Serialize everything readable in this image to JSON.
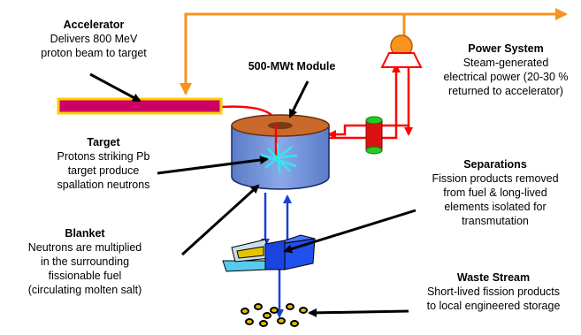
{
  "accelerator": {
    "title": "Accelerator",
    "desc": "Delivers 800 MeV\nproton beam to target"
  },
  "module": {
    "title": "500-MWt Module"
  },
  "power_system": {
    "title": "Power System",
    "desc": "Steam-generated\nelectrical power (20-30 %\nreturned to accelerator)"
  },
  "target": {
    "title": "Target",
    "desc": "Protons striking Pb\ntarget produce\nspallation neutrons"
  },
  "separations": {
    "title": "Separations",
    "desc": "Fission products removed\nfrom fuel & long-lived\nelements isolated for\ntransmutation"
  },
  "blanket": {
    "title": "Blanket",
    "desc": "Neutrons are multiplied\nin the surrounding\nfissionable fuel\n(circulating molten salt)"
  },
  "waste_stream": {
    "title": "Waste Stream",
    "desc": "Short-lived fission products\nto local engineered storage"
  },
  "colors": {
    "power_line": "#f7931e",
    "loop": "#ff0000",
    "separation_flow": "#1a3fd6",
    "beam_pipe": "#cc0066",
    "beam_border": "#ffcc00",
    "vessel": "#6c8fd6",
    "vessel_top": "#c96a2c",
    "steam_gen": "#dd1111",
    "steam_cap": "#22cc22",
    "waste": "#e8b800"
  }
}
